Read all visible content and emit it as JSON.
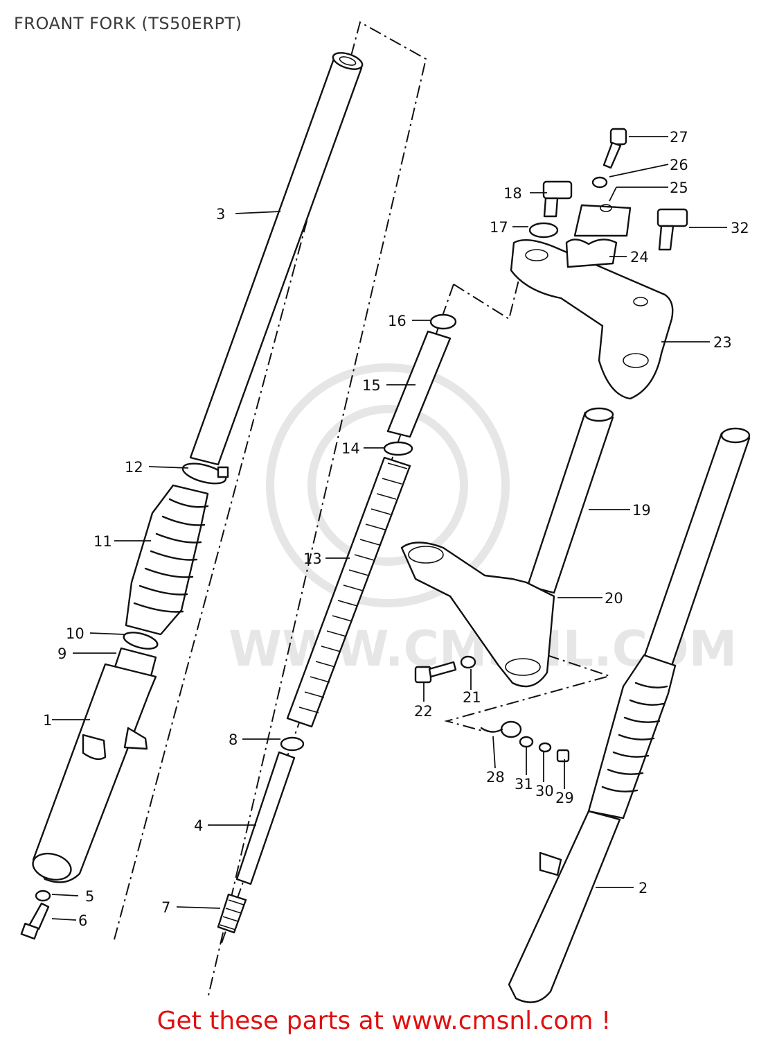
{
  "title": "FROANT FORK (TS50ERPT)",
  "footer": "Get these parts at www.cmsnl.com !",
  "watermark_text": "WWW.CMSNL.COM",
  "callouts": [
    "1",
    "2",
    "3",
    "4",
    "5",
    "6",
    "7",
    "8",
    "9",
    "10",
    "11",
    "12",
    "13",
    "14",
    "15",
    "16",
    "17",
    "18",
    "19",
    "20",
    "21",
    "22",
    "23",
    "24",
    "25",
    "26",
    "27",
    "28",
    "29",
    "30",
    "31",
    "32"
  ],
  "colors": {
    "ink": "#111111",
    "footer": "#e01010",
    "title": "#3a3a3a",
    "watermark": "#e6e6e6"
  }
}
